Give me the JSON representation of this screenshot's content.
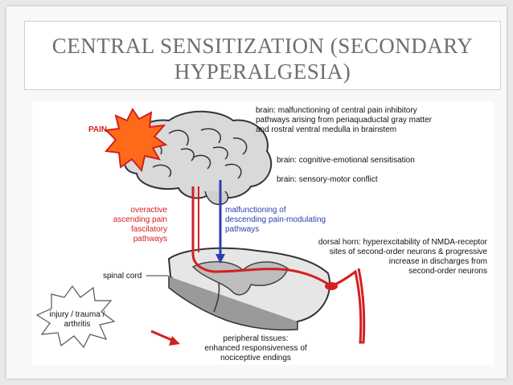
{
  "slide": {
    "title_line1": "CENTRAL SENSITIZATION (SECONDARY",
    "title_line2": "HYPERALGESIA)"
  },
  "diagram": {
    "pain_label": "PAIN",
    "brain_labels": {
      "inhibitory_1": "brain: malfunctioning of central pain inhibitory",
      "inhibitory_2": "pathways arising from periaquaductal gray matter",
      "inhibitory_3": "and rostral ventral medulla in brainstem",
      "cognitive": "brain: cognitive-emotional sensitisation",
      "sensory": "brain: sensory-motor conflict"
    },
    "ascending_labels": [
      "overactive",
      "ascending pain",
      "fascilatory",
      "pathways"
    ],
    "descending_labels": [
      "malfunctioning of",
      "descending pain-modulating",
      "pathways"
    ],
    "dorsal_horn_labels": [
      "dorsal horn: hyperexcitability of NMDA-receptor",
      "sites of second-order neurons & progressive",
      "increase in discharges from",
      "second-order neurons"
    ],
    "spinal_cord_label": "spinal cord",
    "injury_labels": [
      "injury / trauma /",
      "arthritis"
    ],
    "peripheral_labels": [
      "peripheral tissues:",
      "enhanced responsiveness of",
      "nociceptive endings"
    ],
    "colors": {
      "ascending": "#d32020",
      "descending": "#2a3fb0",
      "burst_fill": "#ff6a1a",
      "burst_outline": "#d32020"
    }
  }
}
